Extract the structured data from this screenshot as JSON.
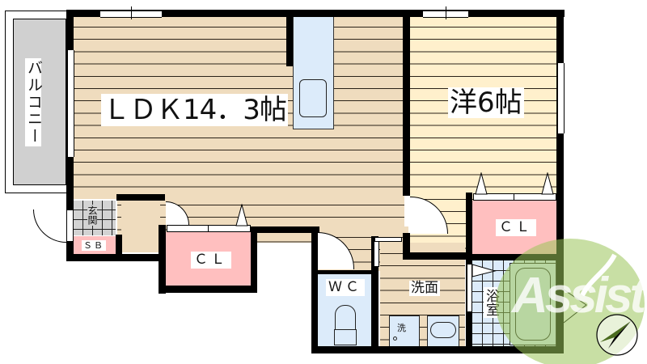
{
  "floor_plan": {
    "rooms": {
      "ldk": {
        "label": "ＬＤＫ14．3帖",
        "color": "#EFDCBE"
      },
      "bedroom": {
        "label": "洋6帖",
        "color": "#FFF0CC"
      },
      "balcony": {
        "label": "バルコニー",
        "color": "#D0D0D0"
      },
      "genkan": {
        "label": "玄関"
      },
      "shoebox": {
        "label": "ＳＢ",
        "color": "#FFBFBF"
      },
      "closet_left": {
        "label": "ＣＬ",
        "color": "#FFBFBF"
      },
      "closet_right": {
        "label": "ＣＬ",
        "color": "#FFBFBF"
      },
      "wc": {
        "label": "ＷＣ",
        "color": "#DCEBFA"
      },
      "washroom": {
        "label": "洗面"
      },
      "washer": {
        "label": "洗"
      },
      "bathroom": {
        "label": "浴室",
        "color": "#DCEBFA"
      }
    },
    "icons": {
      "compass": "north-arrow-icon",
      "kitchen_sink": "sink-icon",
      "toilet": "toilet-icon",
      "washbasin": "washbasin-icon",
      "bathtub": "bathtub-icon"
    }
  },
  "watermark": {
    "text": "Assist",
    "color": "#8DB63C"
  }
}
